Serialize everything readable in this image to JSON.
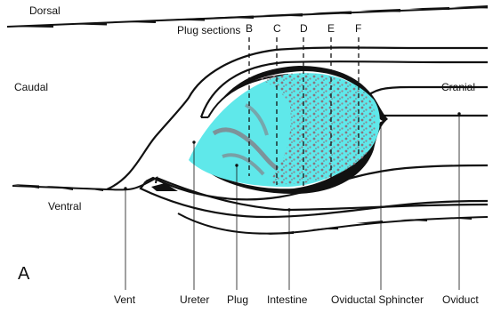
{
  "figure": {
    "panel_letter": "A",
    "orientation": {
      "top": "Dorsal",
      "bottom": "Ventral",
      "left": "Caudal",
      "right": "Cranial"
    },
    "plug_sections": {
      "title": "Plug sections",
      "letters": [
        "B",
        "C",
        "D",
        "E",
        "F"
      ]
    },
    "structures": [
      "Vent",
      "Ureter",
      "Plug",
      "Intestine",
      "Oviductal Sphincter",
      "Oviduct"
    ]
  },
  "colors": {
    "plug_fill": "#5fe8ea",
    "plug_speckle": "#8a6f78",
    "outline": "#111111"
  }
}
